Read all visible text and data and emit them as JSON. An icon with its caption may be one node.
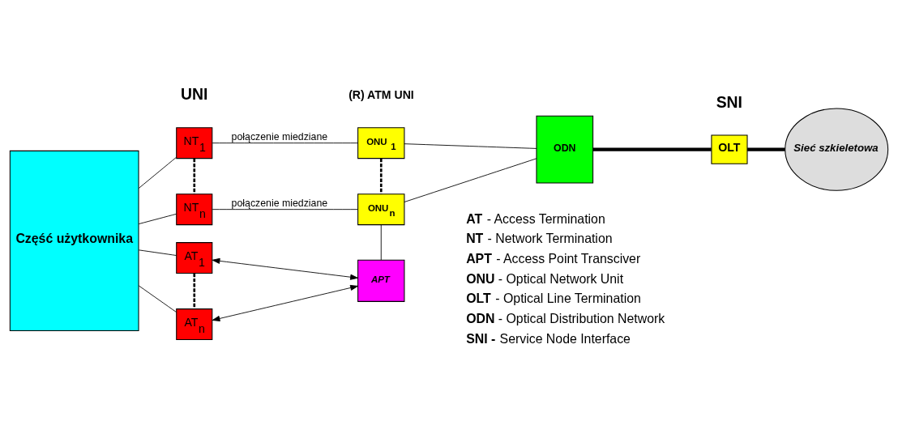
{
  "diagram": {
    "nodes": [
      {
        "text": [
          "Część użytkownika"
        ]
      },
      {
        "text": [
          "NT$_{1}$"
        ]
      },
      {
        "text": [
          "NT$_{n}$"
        ]
      },
      {
        "text": [
          "ONU $_{1}$"
        ]
      },
      {
        "text": [
          "ONU$_{n}$"
        ]
      },
      {
        "text": [
          "ODN"
        ]
      },
      {
        "text": [
          "OLT"
        ]
      },
      {
        "text": [
          "Sieć szkieletowa"
        ]
      },
      {
        "text": [
          "AT$_{1}$"
        ]
      },
      {
        "text": [
          "AT$_{n}$"
        ]
      },
      {
        "text": [
          "APT"
        ]
      }
    ],
    "edges": [
      {
        "from": 0,
        "to": 1,
        "arrow": "none"
      },
      {
        "from": 0,
        "to": 2,
        "arrow": "none"
      },
      {
        "from": 0,
        "to": 8,
        "arrow": "none"
      },
      {
        "from": 0,
        "to": 9,
        "arrow": "none"
      },
      {
        "from": 1,
        "to": 2,
        "arrow": "none",
        "style": "dashed"
      },
      {
        "from": 1,
        "to": 3,
        "arrow": "none",
        "label": "połączenie miedziane"
      },
      {
        "from": 2,
        "to": 4,
        "arrow": "none",
        "label": "połączenie miedziane"
      },
      {
        "from": 3,
        "to": 4,
        "arrow": "none",
        "style": "dashed"
      },
      {
        "from": 3,
        "to": 5,
        "arrow": "none"
      },
      {
        "from": 4,
        "to": 5,
        "arrow": "none"
      },
      {
        "from": 5,
        "to": 6,
        "arrow": "none",
        "style": "thick"
      },
      {
        "from": 6,
        "to": 7,
        "arrow": "none",
        "style": "thick"
      },
      {
        "from": 4,
        "to": 10,
        "arrow": "none"
      },
      {
        "from": 8,
        "to": 10,
        "arrow": "both"
      },
      {
        "from": 9,
        "to": 10,
        "arrow": "both"
      },
      {
        "from": 8,
        "to": 9,
        "arrow": "none",
        "style": "dashed"
      }
    ],
    "labels": [
      "UNI",
      "SNI",
      "(R) ATM UNI",
      "**AT** - Access Termination",
      "**NT** - Network Termination",
      "**APT** - Access Point Transciver",
      "**ONU** - Optical Network Unit",
      "**OLT** - Optical Line Termination",
      "**ODN** - Optical Distribution Network",
      "**SNI -** Service Node Interface"
    ]
  }
}
